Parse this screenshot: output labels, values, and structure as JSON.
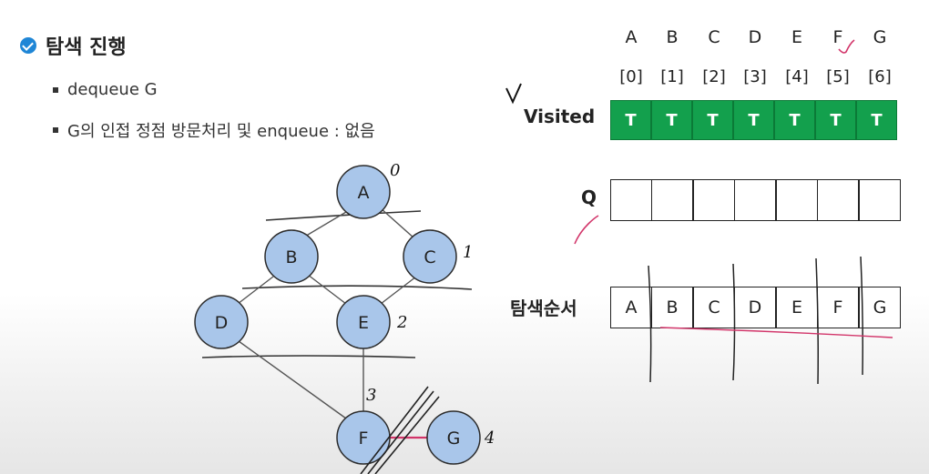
{
  "slide": {
    "title": "탐색 진행",
    "bullets": [
      "dequeue G",
      "G의 인접 정점 방문처리 및 enqueue : 없음"
    ]
  },
  "arrays": {
    "letters": [
      "A",
      "B",
      "C",
      "D",
      "E",
      "F",
      "G"
    ],
    "indices": [
      "[0]",
      "[1]",
      "[2]",
      "[3]",
      "[4]",
      "[5]",
      "[6]"
    ],
    "visited_label": "Visited",
    "visited_values": [
      "T",
      "T",
      "T",
      "T",
      "T",
      "T",
      "T"
    ],
    "queue_label": "Q",
    "queue_values": [
      "",
      "",
      "",
      "",
      "",
      "",
      ""
    ],
    "order_label": "탐색순서",
    "order_values": [
      "A",
      "B",
      "C",
      "D",
      "E",
      "F",
      "G"
    ]
  },
  "graph": {
    "nodes": [
      "A",
      "B",
      "C",
      "D",
      "E",
      "F",
      "G"
    ],
    "edges": [
      [
        "A",
        "B"
      ],
      [
        "A",
        "C"
      ],
      [
        "B",
        "D"
      ],
      [
        "B",
        "E"
      ],
      [
        "C",
        "E"
      ],
      [
        "D",
        "F"
      ],
      [
        "E",
        "F"
      ],
      [
        "F",
        "G"
      ]
    ],
    "annotations": [
      "0",
      "1",
      "2",
      "3",
      "4"
    ]
  },
  "colors": {
    "node_fill": "#a9c6ea",
    "node_stroke": "#2b2b2b",
    "visited_fill": "#13a04d",
    "check_icon": "#1f86d6",
    "pen_red": "#d2356a"
  }
}
